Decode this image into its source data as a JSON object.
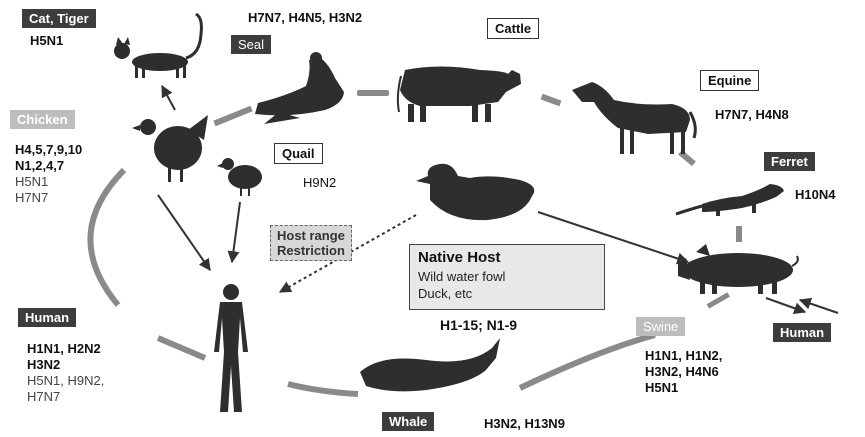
{
  "colors": {
    "silhouette": "#2e2e2e",
    "label_dark": "#3d3d3d",
    "label_light": "#bdbdbd",
    "arrow": "#6e6e6e",
    "band": "#8a8a8a"
  },
  "icons": [
    "cat-icon",
    "seal-icon",
    "cattle-icon",
    "horse-icon",
    "ferret-icon",
    "pig-icon",
    "chicken-icon",
    "quail-icon",
    "duck-icon",
    "human-icon",
    "whale-icon"
  ],
  "hosts": {
    "cat_tiger": {
      "label": "Cat, Tiger",
      "subtypes": [
        "H5N1"
      ]
    },
    "seal": {
      "label": "Seal",
      "subtypes": [
        "H7N7, H4N5, H3N2"
      ]
    },
    "cattle": {
      "label": "Cattle"
    },
    "equine": {
      "label": "Equine",
      "subtypes": [
        "H7N7, H4N8"
      ]
    },
    "ferret": {
      "label": "Ferret",
      "subtypes": [
        "H10N4"
      ]
    },
    "chicken": {
      "label": "Chicken",
      "subtypes": [
        "H4,5,7,9,10",
        "N1,2,4,7",
        "H5N1",
        "H7N7"
      ]
    },
    "quail": {
      "label": "Quail",
      "subtypes": [
        "H9N2"
      ]
    },
    "human_left": {
      "label": "Human",
      "subtypes": [
        "H1N1, H2N2",
        "H3N2",
        "H5N1, H9N2,",
        "H7N7"
      ]
    },
    "human_right": {
      "label": "Human"
    },
    "swine": {
      "label": "Swine",
      "subtypes": [
        "H1N1, H1N2,",
        "H3N2, H4N6",
        "H5N1"
      ]
    },
    "whale": {
      "label": "Whale",
      "subtypes": [
        "H3N2, H13N9"
      ]
    }
  },
  "host_range": {
    "line1": "Host range",
    "line2": "Restriction"
  },
  "native_host": {
    "title": "Native Host",
    "line1": "Wild water fowl",
    "line2": "Duck, etc",
    "subtypes": "H1-15; N1-9"
  }
}
